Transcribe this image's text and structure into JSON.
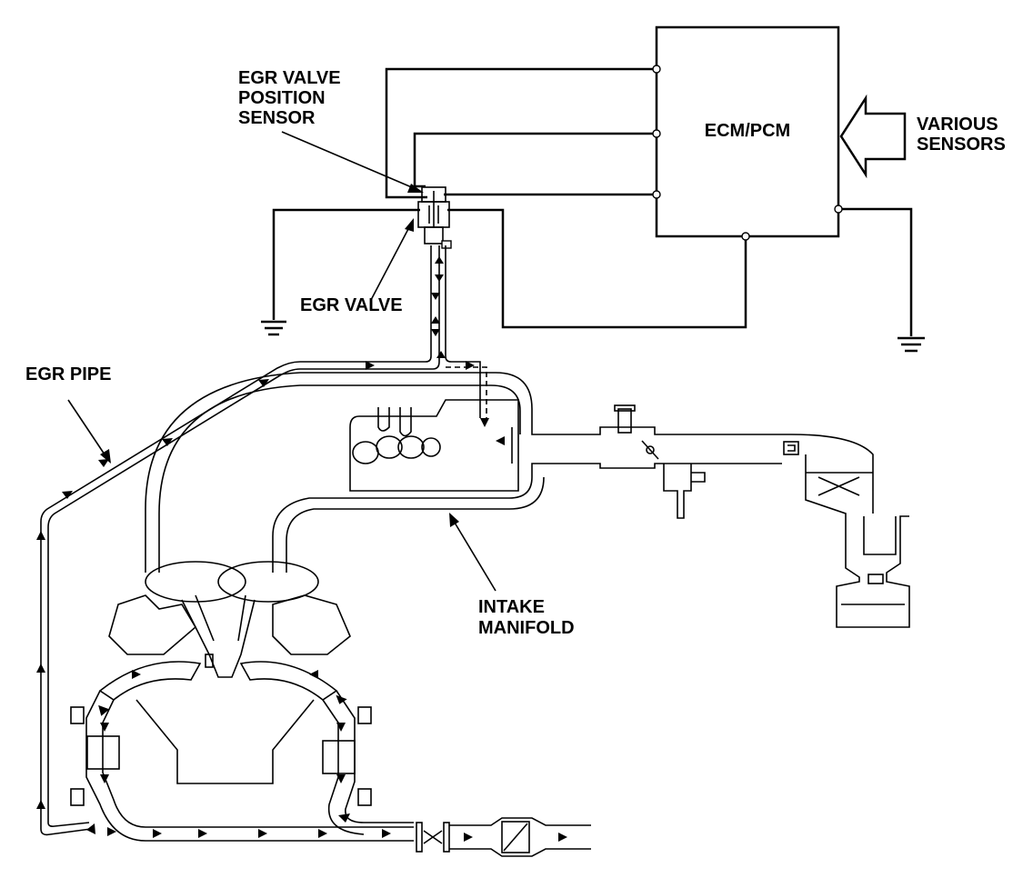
{
  "labels": {
    "egr_valve_position_sensor": [
      "EGR VALVE",
      "POSITION",
      "SENSOR"
    ],
    "ecm_pcm": "ECM/PCM",
    "various_sensors": [
      "VARIOUS",
      "SENSORS"
    ],
    "egr_valve": "EGR VALVE",
    "egr_pipe": "EGR PIPE",
    "intake_manifold": [
      "INTAKE",
      "MANIFOLD"
    ]
  }
}
